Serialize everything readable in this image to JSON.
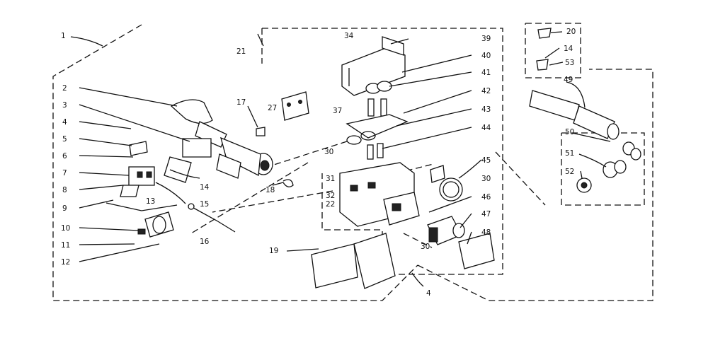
{
  "callouts": [
    "1",
    "2",
    "3",
    "4",
    "5",
    "6",
    "7",
    "8",
    "9",
    "10",
    "11",
    "12",
    "13",
    "14",
    "15",
    "16",
    "17",
    "18",
    "19",
    "20",
    "21",
    "22",
    "27",
    "30",
    "31",
    "32",
    "34",
    "37",
    "39",
    "40",
    "41",
    "42",
    "43",
    "44",
    "45",
    "46",
    "47",
    "48",
    "49",
    "50",
    "51",
    "52",
    "53"
  ],
  "labels": {
    "l1": "1",
    "l2": "2",
    "l3": "3",
    "l4a": "4",
    "l5": "5",
    "l6": "6",
    "l7": "7",
    "l8": "8",
    "l9": "9",
    "l10": "10",
    "l11": "11",
    "l12": "12",
    "l13": "13",
    "l14a": "14",
    "l14b": "14",
    "l15": "15",
    "l16": "16",
    "l17": "17",
    "l18": "18",
    "l19": "19",
    "l20": "20",
    "l21": "21",
    "l22": "22",
    "l27": "27",
    "l30a": "30",
    "l30b": "30",
    "l30c": "30",
    "l31": "31",
    "l32": "32",
    "l34": "34",
    "l37": "37",
    "l39": "39",
    "l40": "40",
    "l41": "41",
    "l42": "42",
    "l43": "43",
    "l44": "44",
    "l45": "45",
    "l46": "46",
    "l47": "47",
    "l48": "48",
    "l49": "49",
    "l50": "50",
    "l51": "51",
    "l52": "52",
    "l53": "53",
    "l4b": "4"
  }
}
